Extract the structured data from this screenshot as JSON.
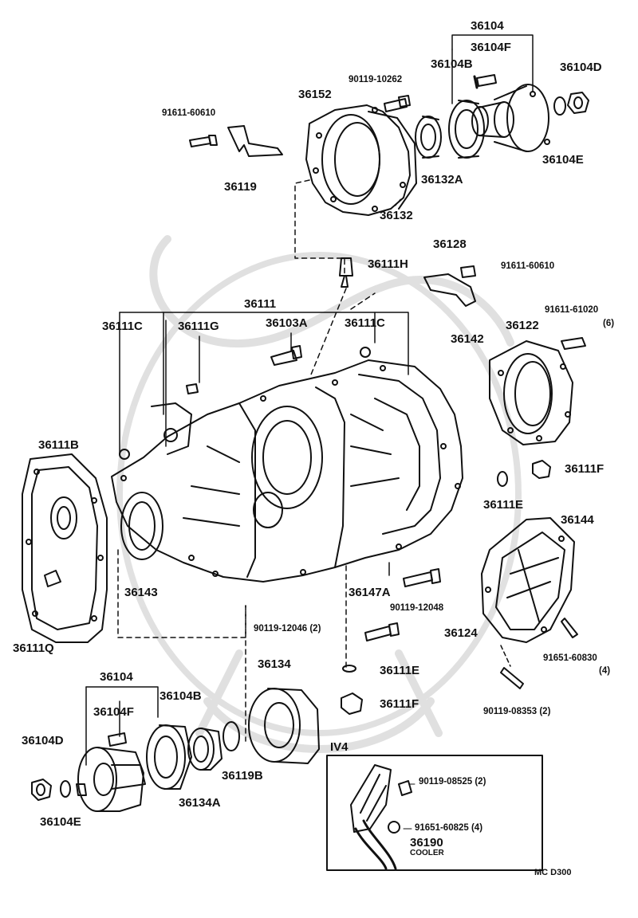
{
  "labels": {
    "p36104_top": "36104",
    "p36104F_top": "36104F",
    "p36104B_top": "36104B",
    "p36104D_top": "36104D",
    "p90119_10262": "90119-10262",
    "p36152": "36152",
    "p91611_60610_a": "91611-60610",
    "p36119": "36119",
    "p36132A": "36132A",
    "p36132": "36132",
    "p36104E_top": "36104E",
    "p36128": "36128",
    "p36111H": "36111H",
    "p91611_60610_b": "91611-60610",
    "p91611_61020": "91611-61020",
    "p91611_61020_qty": "(6)",
    "p36111": "36111",
    "p36111C_left": "36111C",
    "p36111G": "36111G",
    "p36103A": "36103A",
    "p36111C_right": "36111C",
    "p36142": "36142",
    "p36122": "36122",
    "p36111B": "36111B",
    "p36111F_right": "36111F",
    "p36111E_right": "36111E",
    "p36144": "36144",
    "p36143": "36143",
    "p36147A": "36147A",
    "p90119_12048": "90119-12048",
    "p36111Q": "36111Q",
    "p90119_12046": "90119-12046 (2)",
    "p36124": "36124",
    "p91651_60830": "91651-60830",
    "p91651_60830_qty": "(4)",
    "p36134": "36134",
    "p36111E_low": "36111E",
    "p36104_low": "36104",
    "p36104F_low": "36104F",
    "p36104B_low": "36104B",
    "p36111F_low": "36111F",
    "p90119_08353": "90119-08353 (2)",
    "p36104D_low": "36104D",
    "p36119B": "36119B",
    "p36134A": "36134A",
    "p36104E_low": "36104E",
    "iv4": "IV4",
    "p90119_08525": "90119-08525 (2)",
    "p91651_60825": "91651-60825 (4)",
    "p36190": "36190",
    "cooler": "COOLER",
    "code": "MC  D300"
  }
}
